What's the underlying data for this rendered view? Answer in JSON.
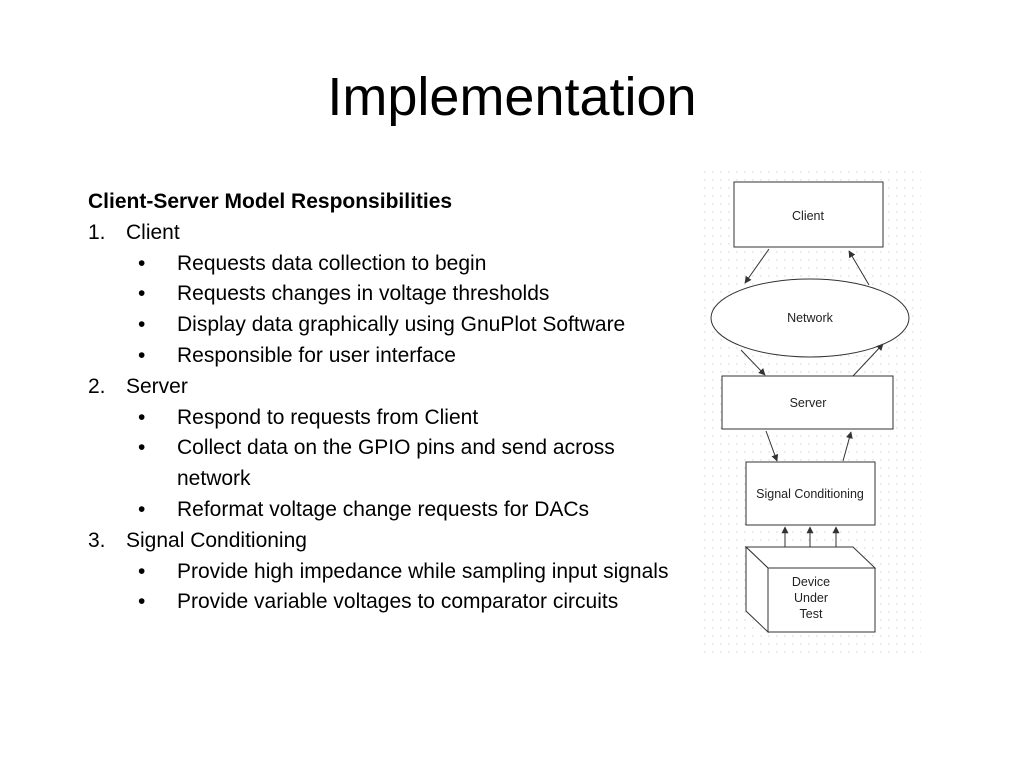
{
  "slide": {
    "title": "Implementation",
    "heading": "Client-Server Model Responsibilities",
    "sections": [
      {
        "number": "1.",
        "label": "Client",
        "bullets": [
          "Requests data collection to begin",
          "Requests changes in voltage thresholds",
          "Display data graphically using GnuPlot Software",
          "Responsible for user interface"
        ]
      },
      {
        "number": "2.",
        "label": "Server",
        "bullets": [
          "Respond to requests from Client",
          "Collect data on the GPIO pins and send across network",
          "Reformat voltage change requests for DACs"
        ]
      },
      {
        "number": "3.",
        "label": "Signal Conditioning",
        "bullets": [
          "Provide high impedance while sampling input signals",
          "Provide variable voltages to comparator circuits"
        ]
      }
    ],
    "bullet_char": "•"
  },
  "diagram": {
    "client_label": "Client",
    "network_label": "Network",
    "server_label": "Server",
    "signal_label": "Signal Conditioning",
    "dut_lines": [
      "Device",
      "Under",
      "Test"
    ]
  }
}
